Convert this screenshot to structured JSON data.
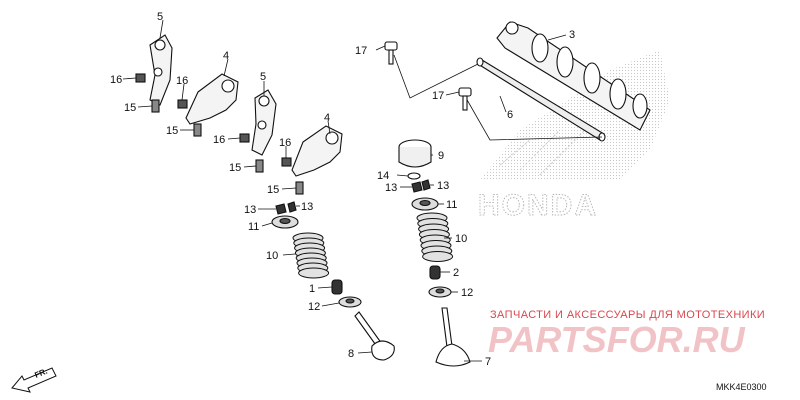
{
  "diagram_code": "MKK4E0300",
  "direction_marker": "FR.",
  "watermark": {
    "tagline": "ЗАПЧАСТИ И АКСЕССУАРЫ ДЛЯ МОТОТЕХНИКИ",
    "logo": "PARTSFOR.RU",
    "brand": "HONDA"
  },
  "colors": {
    "line": "#111111",
    "watermark": "#d9474f",
    "ghost": "#b8b8b8"
  },
  "callouts": {
    "c1": "1",
    "c2": "2",
    "c3": "3",
    "c4a": "4",
    "c4b": "4",
    "c5a": "5",
    "c5b": "5",
    "c6": "6",
    "c7": "7",
    "c8": "8",
    "c9": "9",
    "c10a": "10",
    "c10b": "10",
    "c11a": "11",
    "c11b": "11",
    "c12a": "12",
    "c12b": "12",
    "c13a": "13",
    "c13b": "13",
    "c13c": "13",
    "c13d": "13",
    "c14": "14",
    "c15a": "15",
    "c15b": "15",
    "c15c": "15",
    "c15d": "15",
    "c16a": "16",
    "c16b": "16",
    "c16c": "16",
    "c16d": "16",
    "c17a": "17",
    "c17b": "17"
  }
}
